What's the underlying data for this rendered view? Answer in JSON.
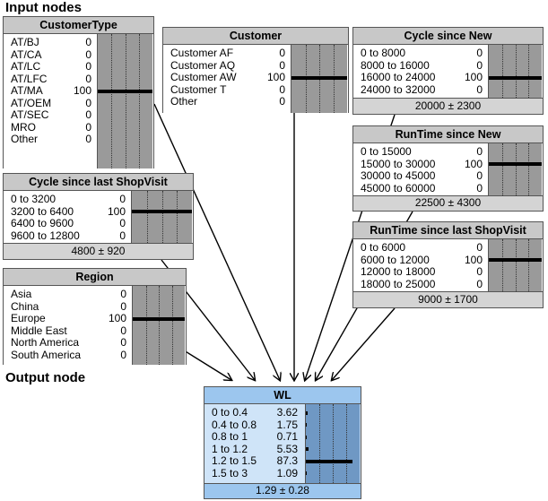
{
  "labels": {
    "input_nodes": "Input nodes",
    "output_node": "Output node"
  },
  "colors": {
    "node_bg": "#d4d4d4",
    "output_bg": "#9cc6ee",
    "bar": "#000000"
  },
  "nodes": [
    {
      "id": "customertype",
      "title": "CustomerType",
      "states": [
        {
          "label": "AT/BJ",
          "value": "0",
          "pct": 0
        },
        {
          "label": "AT/CA",
          "value": "0",
          "pct": 0
        },
        {
          "label": "AT/LC",
          "value": "0",
          "pct": 0
        },
        {
          "label": "AT/LFC",
          "value": "0",
          "pct": 0
        },
        {
          "label": "AT/MA",
          "value": "100",
          "pct": 100
        },
        {
          "label": "AT/OEM",
          "value": "0",
          "pct": 0
        },
        {
          "label": "AT/SEC",
          "value": "0",
          "pct": 0
        },
        {
          "label": "MRO",
          "value": "0",
          "pct": 0
        },
        {
          "label": "Other",
          "value": "0",
          "pct": 0
        }
      ],
      "summary": ""
    },
    {
      "id": "customer",
      "title": "Customer",
      "states": [
        {
          "label": "Customer AF",
          "value": "0",
          "pct": 0
        },
        {
          "label": "Customer AQ",
          "value": "0",
          "pct": 0
        },
        {
          "label": "Customer AW",
          "value": "100",
          "pct": 100
        },
        {
          "label": "Customer T",
          "value": "0",
          "pct": 0
        },
        {
          "label": "Other",
          "value": "0",
          "pct": 0
        }
      ],
      "summary": ""
    },
    {
      "id": "cycle-since-new",
      "title": "Cycle since New",
      "states": [
        {
          "label": "0 to 8000",
          "value": "0",
          "pct": 0
        },
        {
          "label": "8000 to 16000",
          "value": "0",
          "pct": 0
        },
        {
          "label": "16000 to 24000",
          "value": "100",
          "pct": 100
        },
        {
          "label": "24000 to 32000",
          "value": "0",
          "pct": 0
        }
      ],
      "summary": "20000 ± 2300"
    },
    {
      "id": "runtime-since-new",
      "title": "RunTime since New",
      "states": [
        {
          "label": "0 to 15000",
          "value": "0",
          "pct": 0
        },
        {
          "label": "15000 to 30000",
          "value": "100",
          "pct": 100
        },
        {
          "label": "30000 to 45000",
          "value": "0",
          "pct": 0
        },
        {
          "label": "45000 to 60000",
          "value": "0",
          "pct": 0
        }
      ],
      "summary": "22500 ± 4300"
    },
    {
      "id": "cycle-since-last-shopvisit",
      "title": "Cycle since last ShopVisit",
      "states": [
        {
          "label": "0 to 3200",
          "value": "0",
          "pct": 0
        },
        {
          "label": "3200 to 6400",
          "value": "100",
          "pct": 100
        },
        {
          "label": "6400 to 9600",
          "value": "0",
          "pct": 0
        },
        {
          "label": "9600 to 12800",
          "value": "0",
          "pct": 0
        }
      ],
      "summary": "4800 ± 920"
    },
    {
      "id": "runtime-since-last-shopvisit",
      "title": "RunTime since last ShopVisit",
      "states": [
        {
          "label": "0 to 6000",
          "value": "0",
          "pct": 0
        },
        {
          "label": "6000 to 12000",
          "value": "100",
          "pct": 100
        },
        {
          "label": "12000 to 18000",
          "value": "0",
          "pct": 0
        },
        {
          "label": "18000 to 25000",
          "value": "0",
          "pct": 0
        }
      ],
      "summary": "9000 ± 1700"
    },
    {
      "id": "region",
      "title": "Region",
      "states": [
        {
          "label": "Asia",
          "value": "0",
          "pct": 0
        },
        {
          "label": "China",
          "value": "0",
          "pct": 0
        },
        {
          "label": "Europe",
          "value": "100",
          "pct": 100
        },
        {
          "label": "Middle East",
          "value": "0",
          "pct": 0
        },
        {
          "label": "North America",
          "value": "0",
          "pct": 0
        },
        {
          "label": "South America",
          "value": "0",
          "pct": 0
        }
      ],
      "summary": ""
    },
    {
      "id": "wl",
      "title": "WL",
      "output": true,
      "states": [
        {
          "label": "0 to 0.4",
          "value": "3.62",
          "pct": 3.62
        },
        {
          "label": "0.4 to 0.8",
          "value": "1.75",
          "pct": 1.75
        },
        {
          "label": "0.8 to 1",
          "value": "0.71",
          "pct": 0.71
        },
        {
          "label": "1 to 1.2",
          "value": "5.53",
          "pct": 5.53
        },
        {
          "label": "1.2 to 1.5",
          "value": "87.3",
          "pct": 87.3
        },
        {
          "label": "1.5 to 3",
          "value": "1.09",
          "pct": 1.09
        }
      ],
      "summary": "1.29 ± 0.28"
    }
  ]
}
